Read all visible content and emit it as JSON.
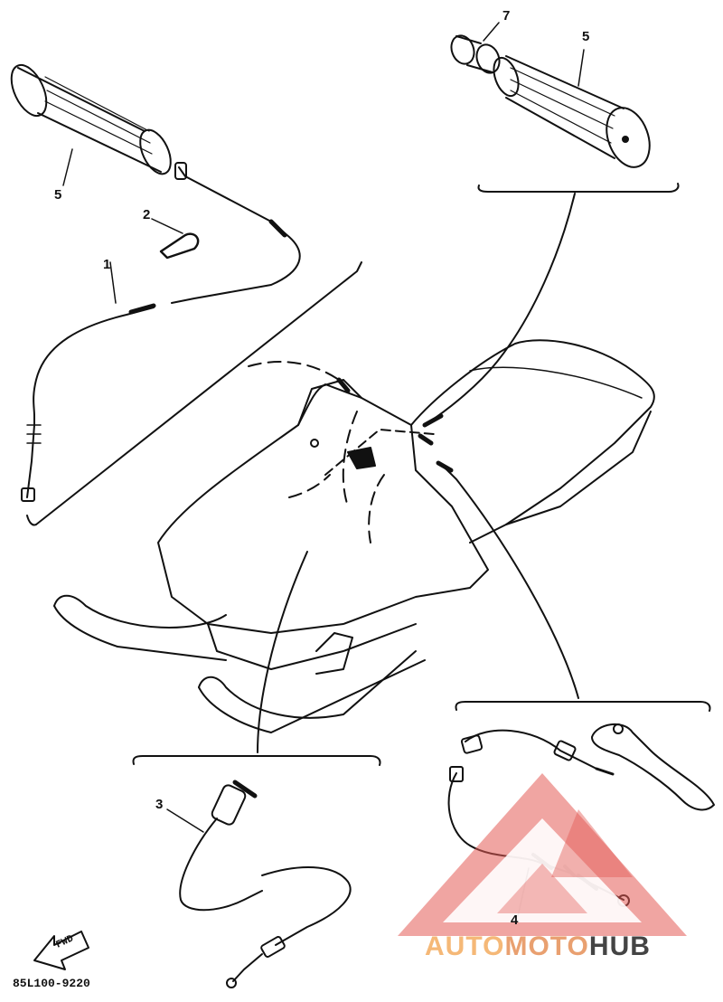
{
  "labels": {
    "p1": "1",
    "p2": "2",
    "p3": "3",
    "p4": "4",
    "p5_left": "5",
    "p5_right": "5",
    "p7": "7"
  },
  "fwd_text": "FWD",
  "diagram_code": "85L100-9220",
  "watermark": {
    "part1": "AUTO",
    "part2": "MOTO",
    "part3": "HUB",
    "color_primary": "#f5b877",
    "color_accent": "#e35b55",
    "color_dark": "#444444"
  },
  "colors": {
    "line": "#111111",
    "background": "#ffffff"
  }
}
